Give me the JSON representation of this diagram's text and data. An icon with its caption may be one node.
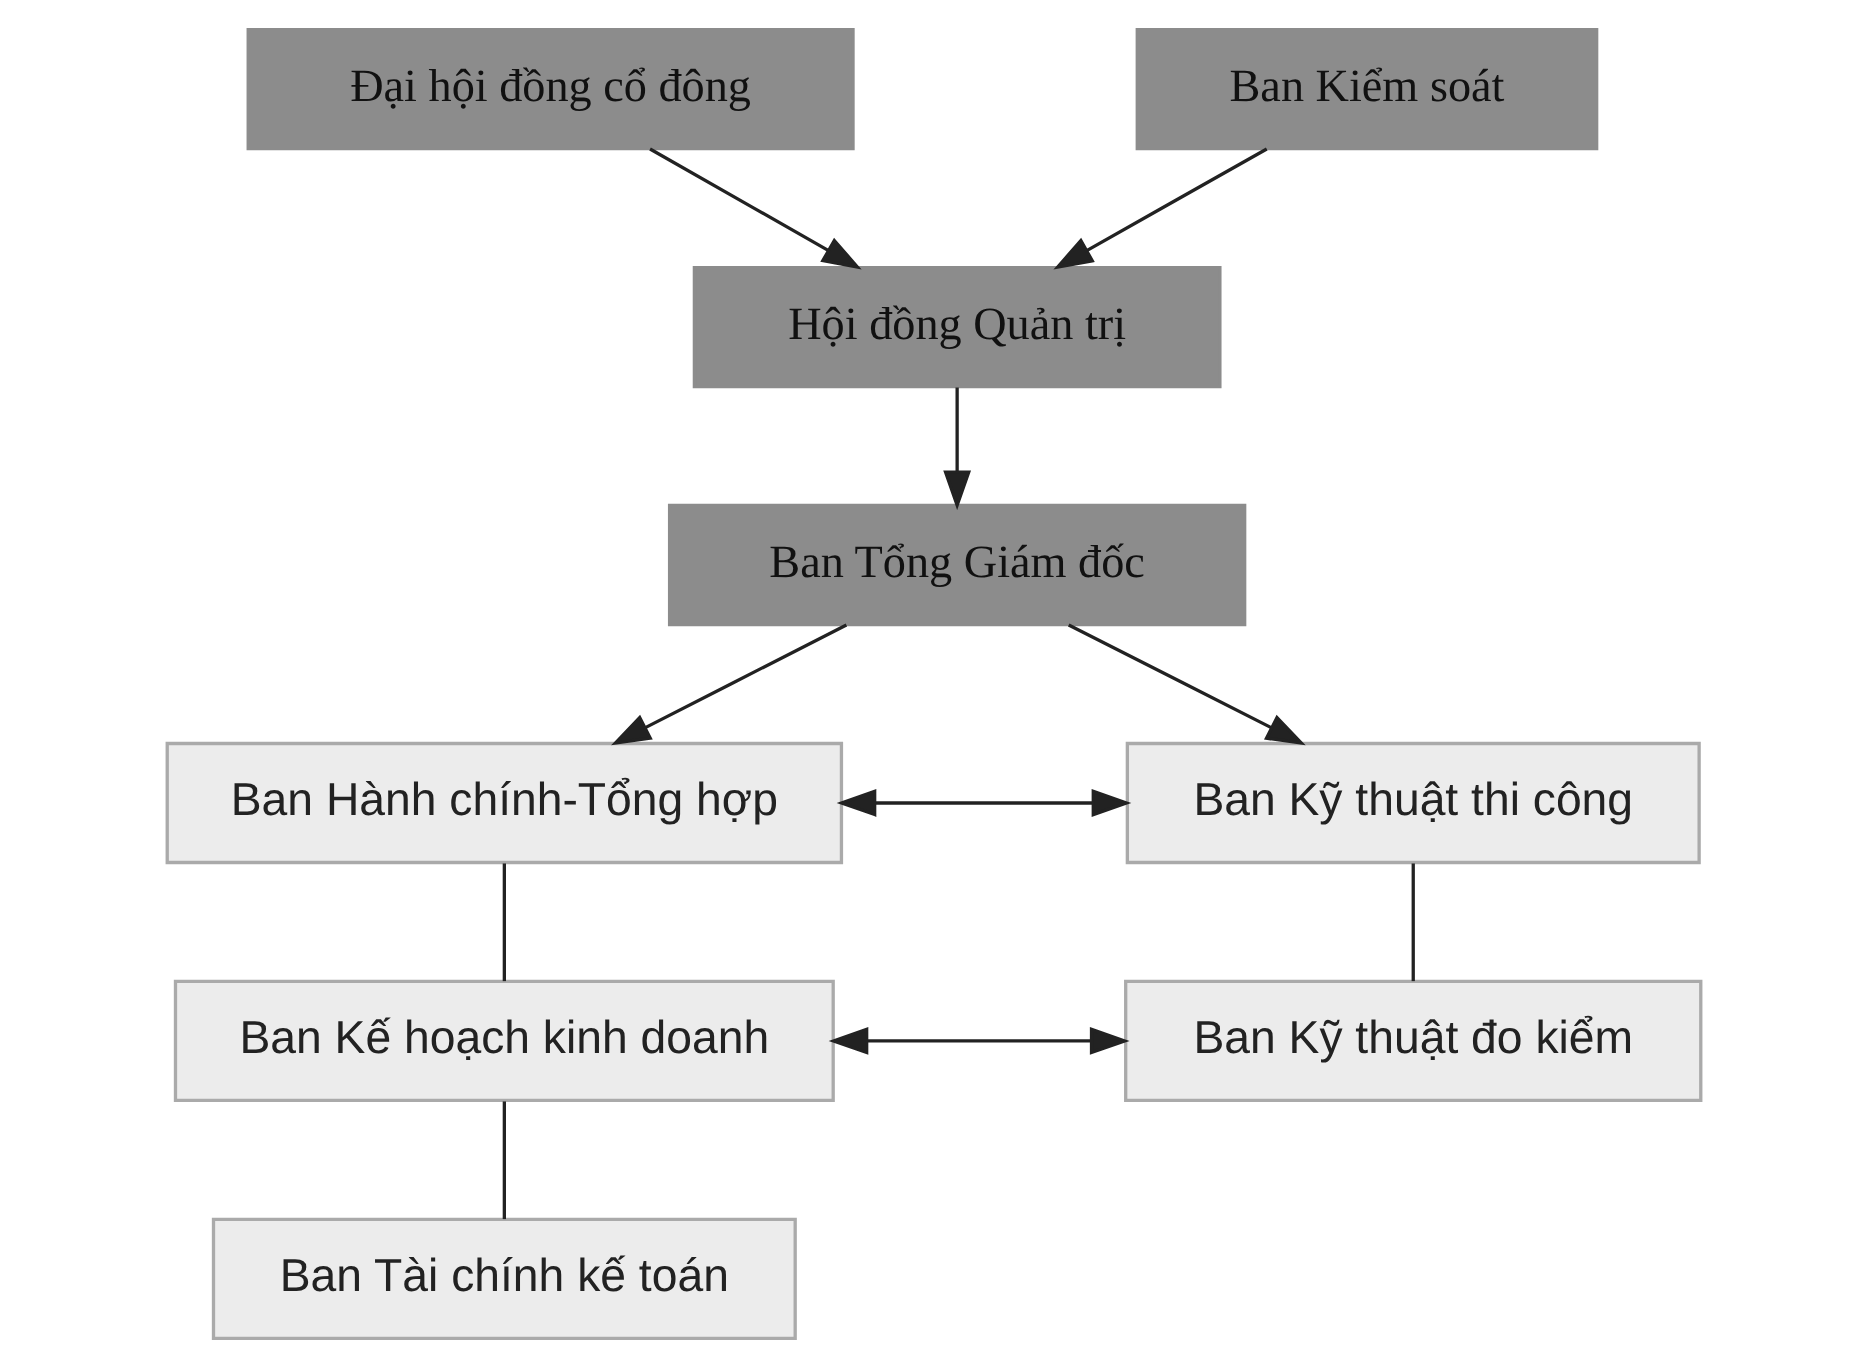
{
  "diagram": {
    "nodes": [
      {
        "text": [
          "Đại hội đồng cổ đông"
        ]
      },
      {
        "text": [
          "Ban Kiểm soát"
        ]
      },
      {
        "text": [
          "Hội đồng Quản trị"
        ]
      },
      {
        "text": [
          "Ban Tổng Giám đốc"
        ]
      },
      {
        "text": [
          "Ban Hành chính-Tổng hợp"
        ]
      },
      {
        "text": [
          "Ban Kế hoạch kinh doanh"
        ]
      },
      {
        "text": [
          "Ban Tài chính kế toán"
        ]
      },
      {
        "text": [
          "Ban Kỹ thuật thi công"
        ]
      },
      {
        "text": [
          "Ban Kỹ thuật đo kiểm"
        ]
      }
    ],
    "edges": [
      {
        "from": 0,
        "to": 2,
        "arrow": "to"
      },
      {
        "from": 1,
        "to": 2,
        "arrow": "to"
      },
      {
        "from": 2,
        "to": 3,
        "arrow": "to"
      },
      {
        "from": 3,
        "to": 4,
        "arrow": "to"
      },
      {
        "from": 3,
        "to": 7,
        "arrow": "to"
      },
      {
        "from": 4,
        "to": 5,
        "arrow": "none"
      },
      {
        "from": 5,
        "to": 6,
        "arrow": "none"
      },
      {
        "from": 7,
        "to": 8,
        "arrow": "none"
      },
      {
        "from": 4,
        "to": 7,
        "arrow": "both"
      },
      {
        "from": 5,
        "to": 8,
        "arrow": "both"
      }
    ]
  }
}
